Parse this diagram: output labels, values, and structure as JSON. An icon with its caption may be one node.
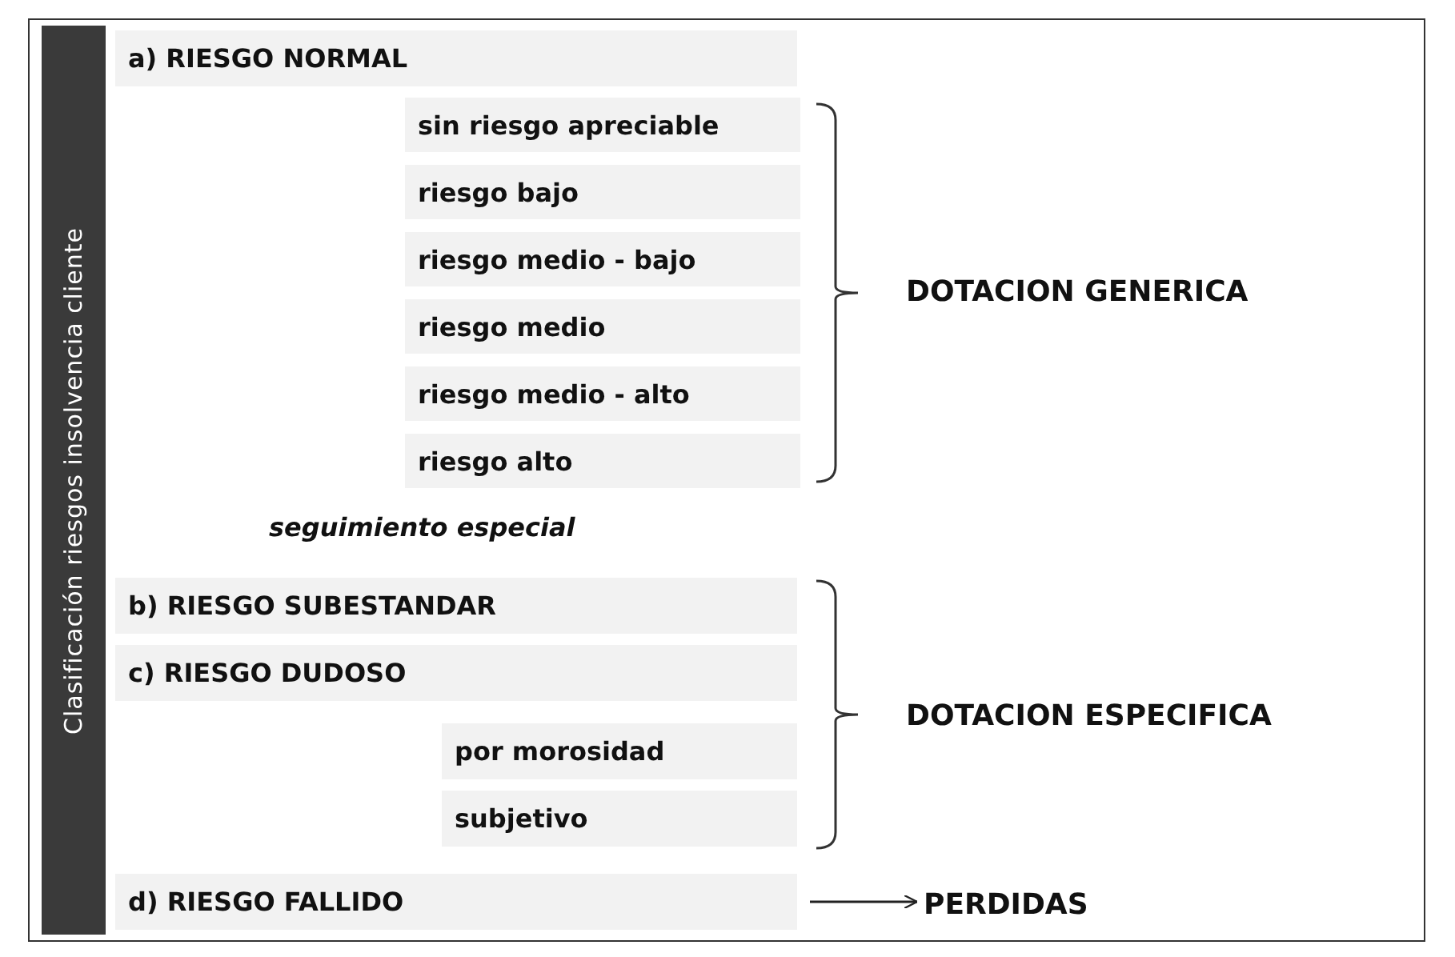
{
  "diagram": {
    "nodes": [
      {
        "text": [
          "Clasificación riesgos insolvencia cliente"
        ]
      },
      {
        "text": [
          "a) RIESGO NORMAL"
        ]
      },
      {
        "text": [
          "sin riesgo apreciable"
        ]
      },
      {
        "text": [
          "riesgo bajo"
        ]
      },
      {
        "text": [
          "riesgo medio - bajo"
        ]
      },
      {
        "text": [
          "riesgo medio"
        ]
      },
      {
        "text": [
          "riesgo medio - alto"
        ]
      },
      {
        "text": [
          "riesgo alto"
        ]
      },
      {
        "text": [
          "b) RIESGO SUBESTANDAR"
        ]
      },
      {
        "text": [
          "c) RIESGO DUDOSO"
        ]
      },
      {
        "text": [
          "por morosidad"
        ]
      },
      {
        "text": [
          "subjetivo"
        ]
      },
      {
        "text": [
          "d) RIESGO FALLIDO"
        ]
      },
      {
        "text": [
          "PERDIDAS"
        ]
      }
    ],
    "edges": [
      {
        "from": 12,
        "to": 13,
        "arrow": "to"
      }
    ],
    "labels": [
      "seguimiento especial",
      "DOTACION GENERICA",
      "DOTACION ESPECIFICA"
    ]
  }
}
